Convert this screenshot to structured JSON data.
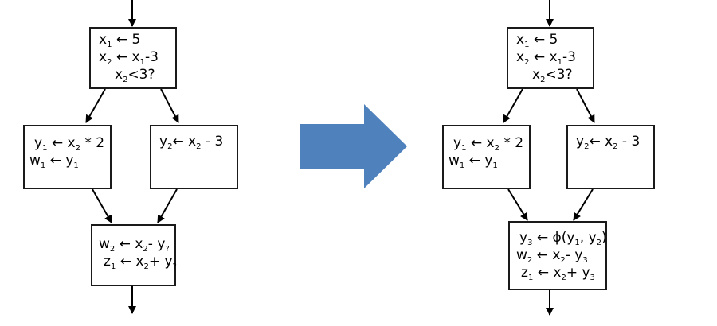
{
  "colors": {
    "stroke": "#000000",
    "box_border": "#1a1a1a",
    "transform_arrow": "#4f81bd"
  },
  "icons": {
    "transform": "right-arrow-icon"
  },
  "left": {
    "entry": [
      {
        "v": "x",
        "s": "1",
        "r": " ← 5"
      },
      {
        "v": "x",
        "s": "2",
        "r": " ← x",
        "s2": "1",
        "r2": "-3"
      },
      {
        "v": "x",
        "s": "2",
        "r": "<3?"
      }
    ],
    "then": [
      {
        "v": "y",
        "s": "1",
        "r": " ← x",
        "s2": "2",
        "r2": " * 2"
      },
      {
        "v": "w",
        "s": "1",
        "r": " ← y",
        "s2": "1",
        "r2": ""
      }
    ],
    "else": [
      {
        "v": "y",
        "s": "2",
        "r": "← x",
        "s2": "2",
        "r2": " - 3"
      }
    ],
    "join": [
      {
        "v": "w",
        "s": "2",
        "r": " ← x",
        "s2": "2",
        "r2": "- y",
        "s3": "?"
      },
      {
        "v": "z",
        "s": "1",
        "r": " ← x",
        "s2": "2",
        "r2": "+ y",
        "s3": "?"
      }
    ]
  },
  "right": {
    "entry": [
      {
        "v": "x",
        "s": "1",
        "r": " ← 5"
      },
      {
        "v": "x",
        "s": "2",
        "r": " ← x",
        "s2": "1",
        "r2": "-3"
      },
      {
        "v": "x",
        "s": "2",
        "r": "<3?"
      }
    ],
    "then": [
      {
        "v": "y",
        "s": "1",
        "r": " ← x",
        "s2": "2",
        "r2": " * 2"
      },
      {
        "v": "w",
        "s": "1",
        "r": " ← y",
        "s2": "1",
        "r2": ""
      }
    ],
    "else": [
      {
        "v": "y",
        "s": "2",
        "r": "← x",
        "s2": "2",
        "r2": " - 3"
      }
    ],
    "join": [
      {
        "v": "y",
        "s": "3",
        "r": " ← ϕ(y",
        "s2": "1",
        "r2": ", y",
        "s3": "2",
        "r3": ")"
      },
      {
        "v": "w",
        "s": "2",
        "r": " ← x",
        "s2": "2",
        "r2": "- y",
        "s3": "3"
      },
      {
        "v": "z",
        "s": "1",
        "r": " ← x",
        "s2": "2",
        "r2": "+ y",
        "s3": "3"
      }
    ]
  }
}
